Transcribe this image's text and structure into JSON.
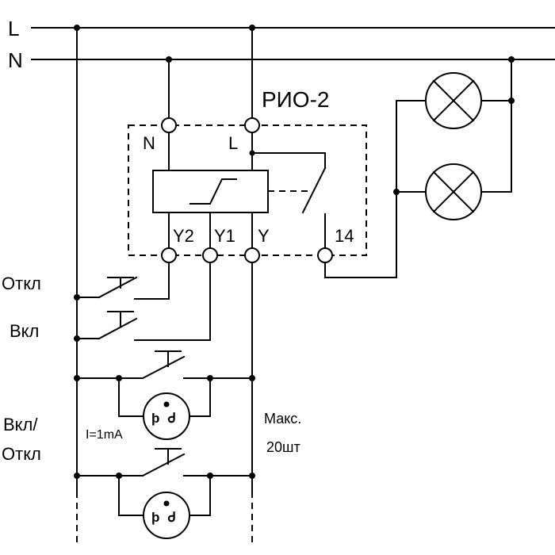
{
  "lines": {
    "phase": "L",
    "neutral": "N"
  },
  "relay": {
    "name": "РИО-2",
    "terminal_n": "N",
    "terminal_l": "L",
    "terminal_y2": "Y2",
    "terminal_y1": "Y1",
    "terminal_y": "Y",
    "terminal_14": "14"
  },
  "buttons": {
    "off": "Откл",
    "on": "Вкл",
    "toggle_line1": "Вкл/",
    "toggle_line2": "Откл"
  },
  "lamp_current": "I=1mA",
  "max_note": {
    "line1": "Макс.",
    "line2": "20шт"
  }
}
